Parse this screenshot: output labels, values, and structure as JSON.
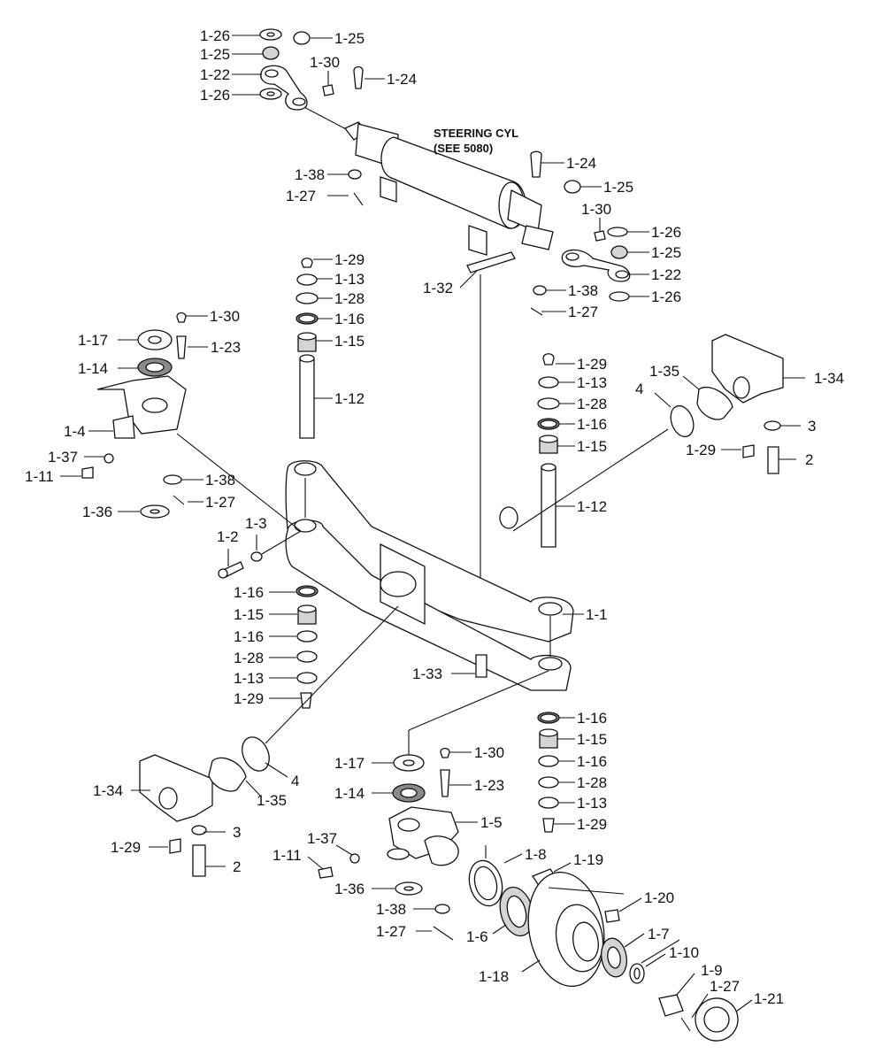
{
  "note": {
    "line1": "STEERING CYL",
    "line2": "(SEE 5080)"
  },
  "labels": {
    "p1_26a": "1-26",
    "p1_25a": "1-25",
    "p1_25b": "1-25",
    "p1_30a": "1-30",
    "p1_22a": "1-22",
    "p1_24a": "1-24",
    "p1_26b": "1-26",
    "p1_38a": "1-38",
    "p1_27a": "1-27",
    "p1_24b": "1-24",
    "p1_25c": "1-25",
    "p1_30b": "1-30",
    "p1_26c": "1-26",
    "p1_25d": "1-25",
    "p1_22b": "1-22",
    "p1_26d": "1-26",
    "p1_38b": "1-38",
    "p1_27b": "1-27",
    "p1_32": "1-32",
    "p1_29a": "1-29",
    "p1_13a": "1-13",
    "p1_28a": "1-28",
    "p1_16a": "1-16",
    "p1_15a": "1-15",
    "p1_30c": "1-30",
    "p1_17a": "1-17",
    "p1_23a": "1-23",
    "p1_14a": "1-14",
    "p1_12a": "1-12",
    "p1_4": "1-4",
    "p1_37a": "1-37",
    "p1_11a": "1-11",
    "p1_38c": "1-38",
    "p1_27c": "1-27",
    "p1_36a": "1-36",
    "p1_29b": "1-29",
    "p1_13b": "1-13",
    "p1_28b": "1-28",
    "p1_16b": "1-16",
    "p1_15b": "1-15",
    "p1_12b": "1-12",
    "p1_35a": "1-35",
    "p1_34a": "1-34",
    "p4a": "4",
    "p3a": "3",
    "p1_29c": "1-29",
    "p2a": "2",
    "p1_2": "1-2",
    "p1_3": "1-3",
    "p1_16c": "1-16",
    "p1_15c": "1-15",
    "p1_16d": "1-16",
    "p1_28c": "1-28",
    "p1_13c": "1-13",
    "p1_29d": "1-29",
    "p1_1": "1-1",
    "p1_33": "1-33",
    "p1_16e": "1-16",
    "p1_15d": "1-15",
    "p1_16f": "1-16",
    "p1_28d": "1-28",
    "p1_13d": "1-13",
    "p1_29e": "1-29",
    "p1_17b": "1-17",
    "p1_30d": "1-30",
    "p1_14b": "1-14",
    "p1_23b": "1-23",
    "p1_5": "1-5",
    "p4b": "4",
    "p1_35b": "1-35",
    "p1_34b": "1-34",
    "p3b": "3",
    "p1_29f": "1-29",
    "p2b": "2",
    "p1_37b": "1-37",
    "p1_11b": "1-11",
    "p1_36b": "1-36",
    "p1_38d": "1-38",
    "p1_27d": "1-27",
    "p1_8": "1-8",
    "p1_19": "1-19",
    "p1_6": "1-6",
    "p1_20": "1-20",
    "p1_7": "1-7",
    "p1_18": "1-18",
    "p1_10": "1-10",
    "p1_9": "1-9",
    "p1_27e": "1-27",
    "p1_21": "1-21"
  }
}
